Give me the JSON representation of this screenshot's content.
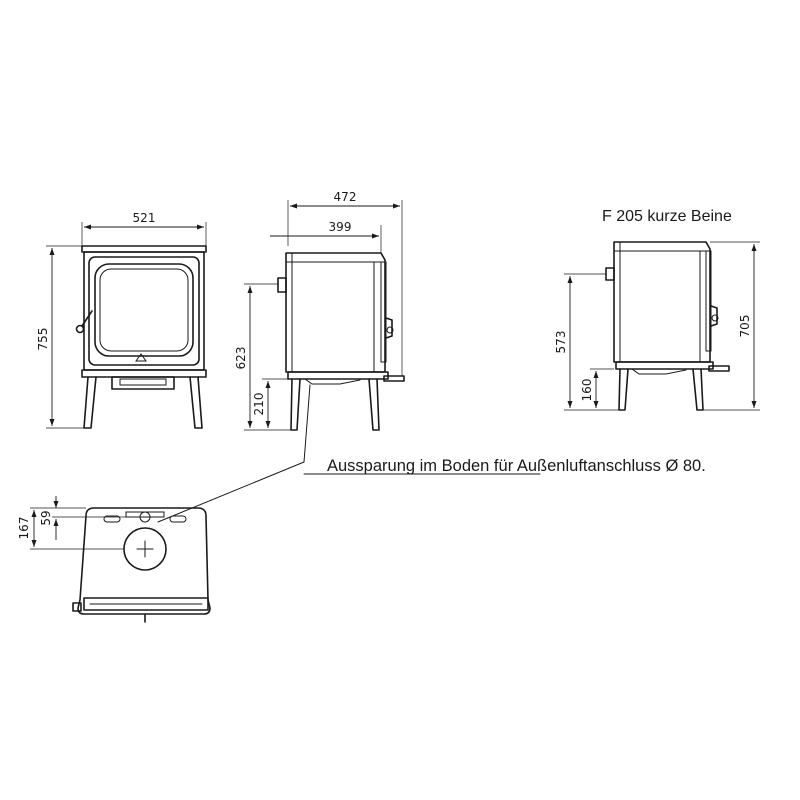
{
  "front_view": {
    "width_label": "521",
    "height_label": "755"
  },
  "side_view": {
    "depth_label": "472",
    "body_depth_label": "399",
    "flue_height_label": "623",
    "leg_height_label": "210"
  },
  "short_legs_view": {
    "title": "F 205 kurze Beine",
    "flue_height_label": "573",
    "total_height_label": "705",
    "leg_height_label": "160"
  },
  "top_view": {
    "offset_label": "59",
    "center_label": "167"
  },
  "callout": {
    "text": "Aussparung im Boden für Außenluftanschluss Ø 80."
  }
}
